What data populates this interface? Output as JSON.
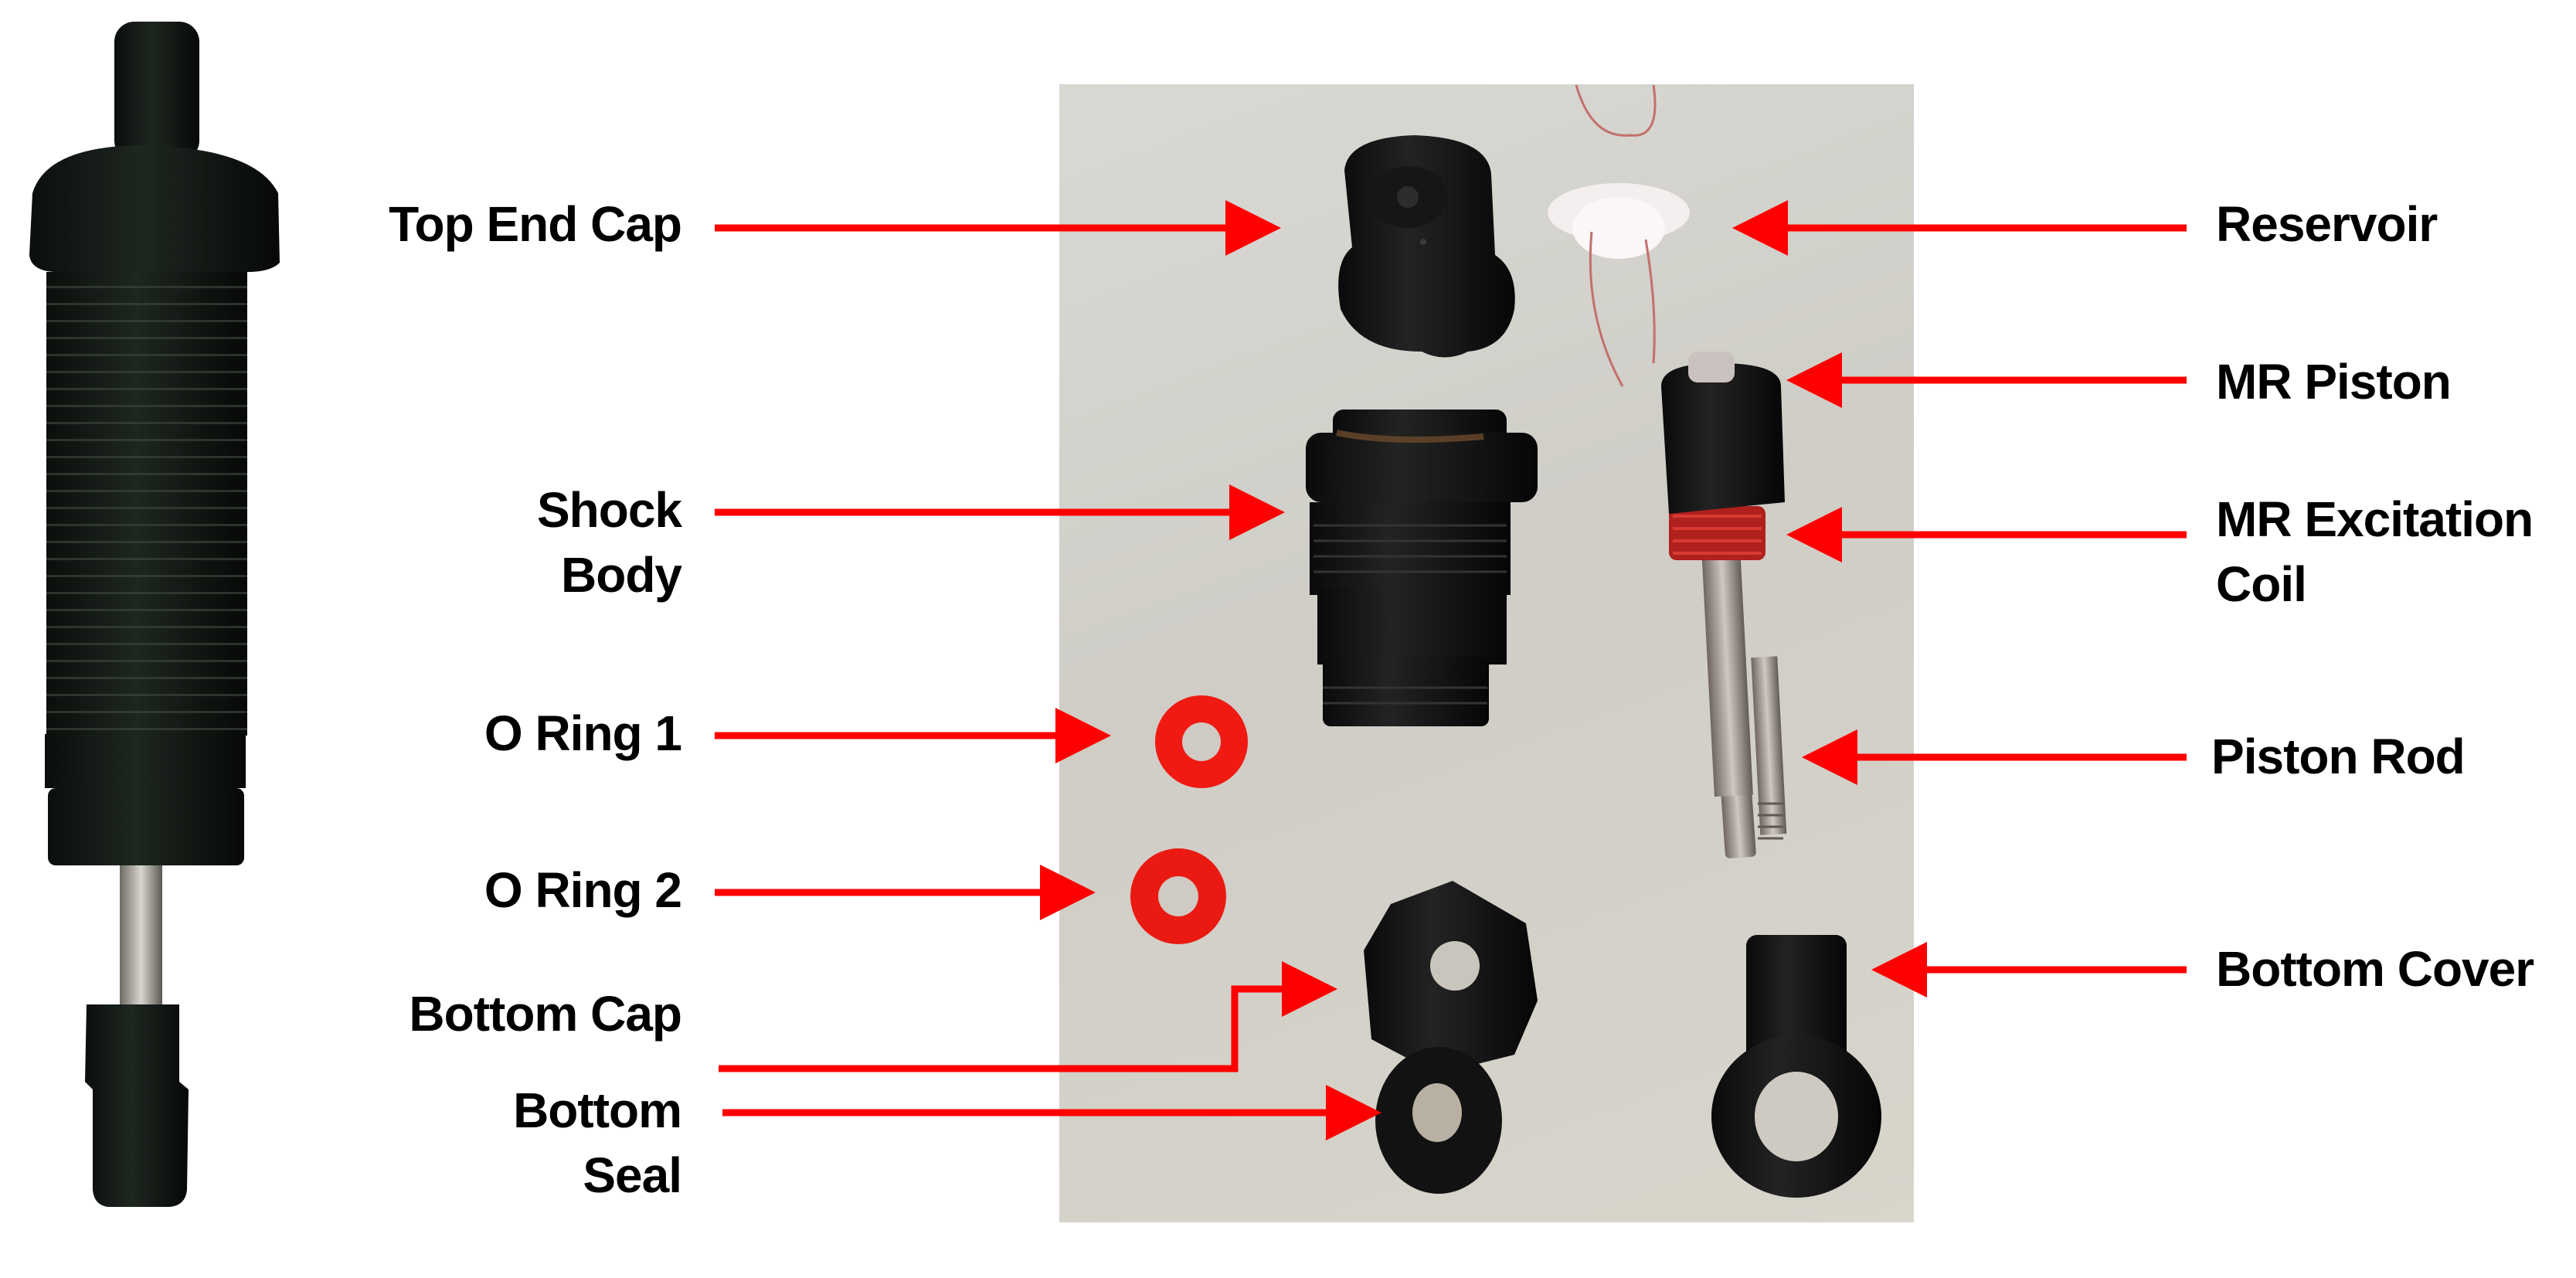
{
  "figure": {
    "assembled_photo": {
      "name": "assembled-mr-damper"
    },
    "exploded_photo": {
      "name": "exploded-components",
      "background": "#d4d2cb"
    },
    "arrow_color": "#ff0000",
    "labels_left": [
      {
        "id": "top-end-cap",
        "text": "Top End Cap"
      },
      {
        "id": "shock-body",
        "line1": "Shock",
        "line2": "Body"
      },
      {
        "id": "o-ring-1",
        "text": "O Ring 1"
      },
      {
        "id": "o-ring-2",
        "text": "O Ring 2"
      },
      {
        "id": "bottom-cap",
        "text": "Bottom Cap"
      },
      {
        "id": "bottom-seal",
        "line1": "Bottom",
        "line2": "Seal"
      }
    ],
    "labels_right": [
      {
        "id": "reservoir",
        "text": "Reservoir"
      },
      {
        "id": "mr-piston",
        "text": "MR Piston"
      },
      {
        "id": "mr-excitation-coil",
        "line1": "MR Excitation",
        "line2": "Coil"
      },
      {
        "id": "piston-rod",
        "text": "Piston Rod"
      },
      {
        "id": "bottom-cover",
        "text": "Bottom Cover"
      }
    ]
  }
}
